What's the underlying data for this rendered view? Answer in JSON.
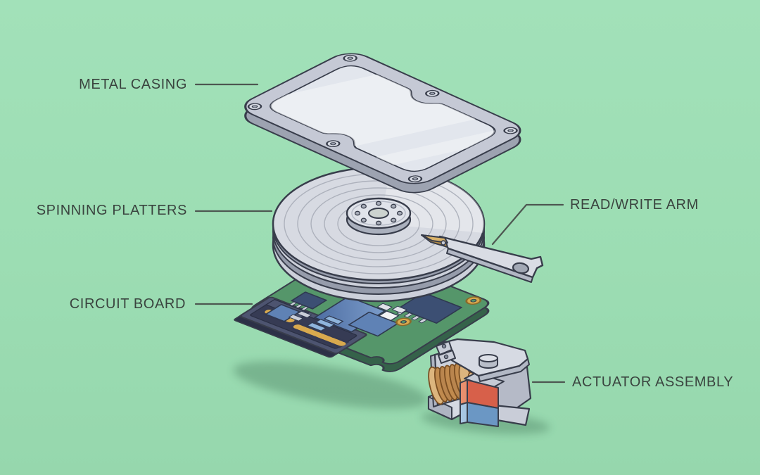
{
  "diagram": {
    "subject": "hard disk drive exploded view",
    "labels": [
      {
        "id": "metal-casing",
        "text": "METAL CASING",
        "side": "left"
      },
      {
        "id": "spinning-platters",
        "text": "SPINNING PLATTERS",
        "side": "left"
      },
      {
        "id": "circuit-board",
        "text": "CIRCUIT BOARD",
        "side": "left"
      },
      {
        "id": "read-write-arm",
        "text": "READ/WRITE ARM",
        "side": "right"
      },
      {
        "id": "actuator-assembly",
        "text": "ACTUATOR ASSEMBLY",
        "side": "right"
      }
    ],
    "colors": {
      "background": "#9CDDB3",
      "label_text": "#3A443F",
      "leader_line": "#4D5751",
      "outline": "#383D4B",
      "casing_gray": "#C5C9D5",
      "casing_panel": "#E2E6ED",
      "platter_gray": "#D7DAE2",
      "pcb_green": "#55966A",
      "chip_blue": "#5F82B5",
      "pin_gold": "#D8A94E",
      "coil_copper": "#C08A4E",
      "magnet_red": "#D7604A",
      "magnet_blue": "#6B97C4"
    }
  }
}
